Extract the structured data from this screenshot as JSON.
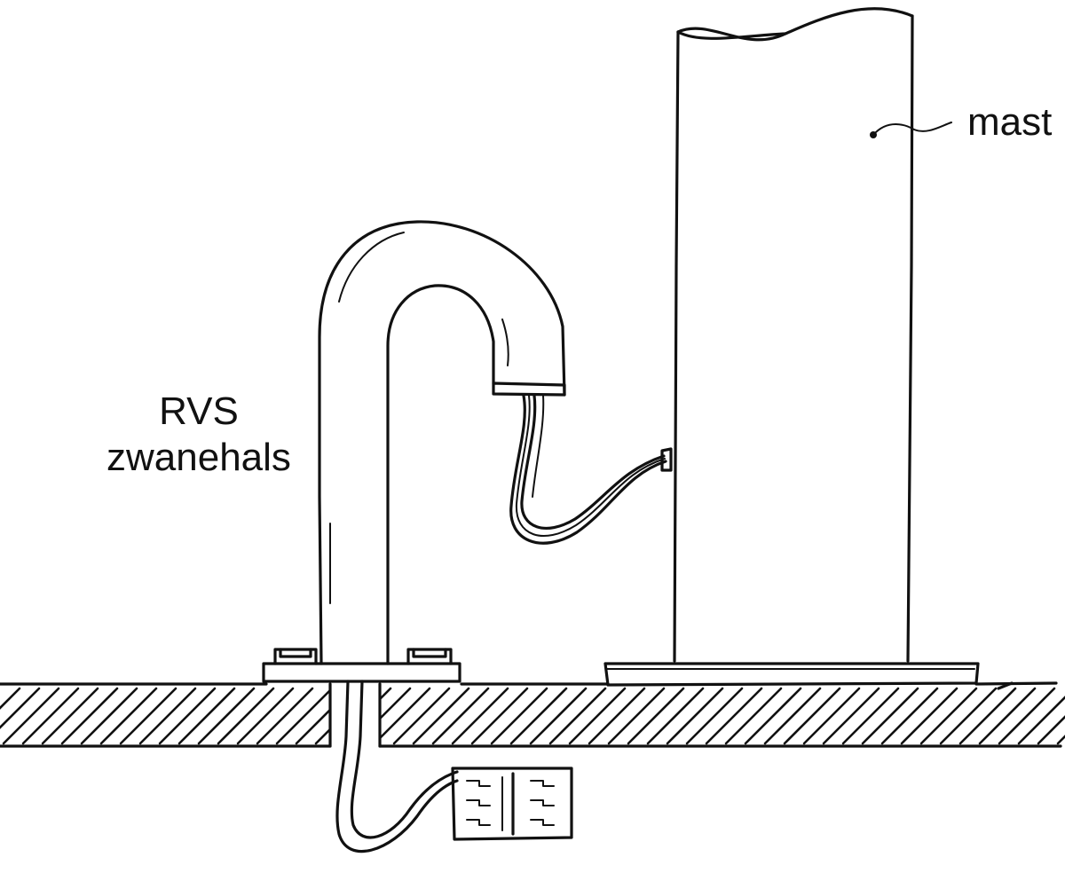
{
  "labels": {
    "mast": "mast",
    "gooseneck_line1": "RVS",
    "gooseneck_line2": "zwanehals"
  },
  "colors": {
    "ink": "#111111",
    "background": "#ffffff"
  }
}
